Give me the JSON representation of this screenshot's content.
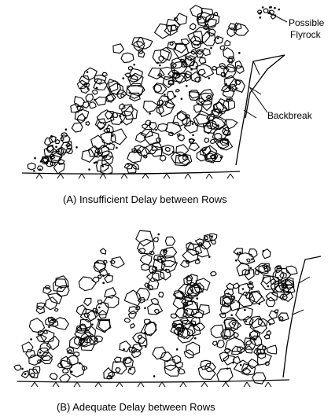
{
  "caption_a": "(A) Insufficient Delay between Rows",
  "caption_b": "(B) Adequate Delay between Rows",
  "labels": {
    "possible": "Possible",
    "flyrock": "Flyrock",
    "backbreak": "Backbreak"
  },
  "colors": {
    "ink": "#000000",
    "paper": "#ffffff"
  }
}
